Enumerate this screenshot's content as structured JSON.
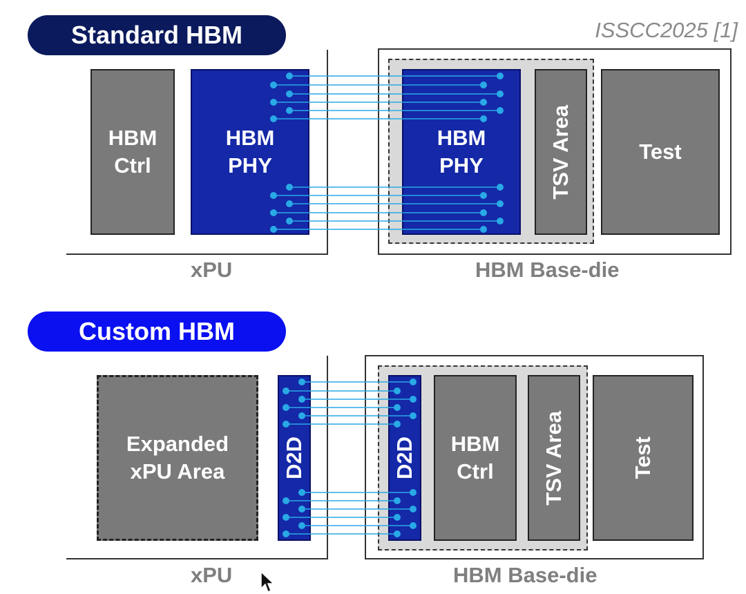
{
  "header": {
    "standard_title": "Standard HBM",
    "custom_title": "Custom HBM",
    "citation": "ISSCC2025 [1]"
  },
  "standard": {
    "hbm_ctrl_line1": "HBM",
    "hbm_ctrl_line2": "Ctrl",
    "xpu_phy_line1": "HBM",
    "xpu_phy_line2": "PHY",
    "base_phy_line1": "HBM",
    "base_phy_line2": "PHY",
    "tsv_area": "TSV Area",
    "test": "Test",
    "xpu_label": "xPU",
    "base_die_label": "HBM Base-die"
  },
  "custom": {
    "expanded_line1": "Expanded",
    "expanded_line2": "xPU Area",
    "xpu_d2d": "D2D",
    "base_d2d": "D2D",
    "hbm_ctrl_line1": "HBM",
    "hbm_ctrl_line2": "Ctrl",
    "tsv_area": "TSV Area",
    "test": "Test",
    "xpu_label": "xPU",
    "base_die_label": "HBM Base-die"
  },
  "colors": {
    "standard_pill": "#0b1a5c",
    "custom_pill": "#0a10f0",
    "phy_blue": "#1428a8",
    "wire_cyan": "#29a9e6",
    "block_gray": "#7a7a7a"
  }
}
